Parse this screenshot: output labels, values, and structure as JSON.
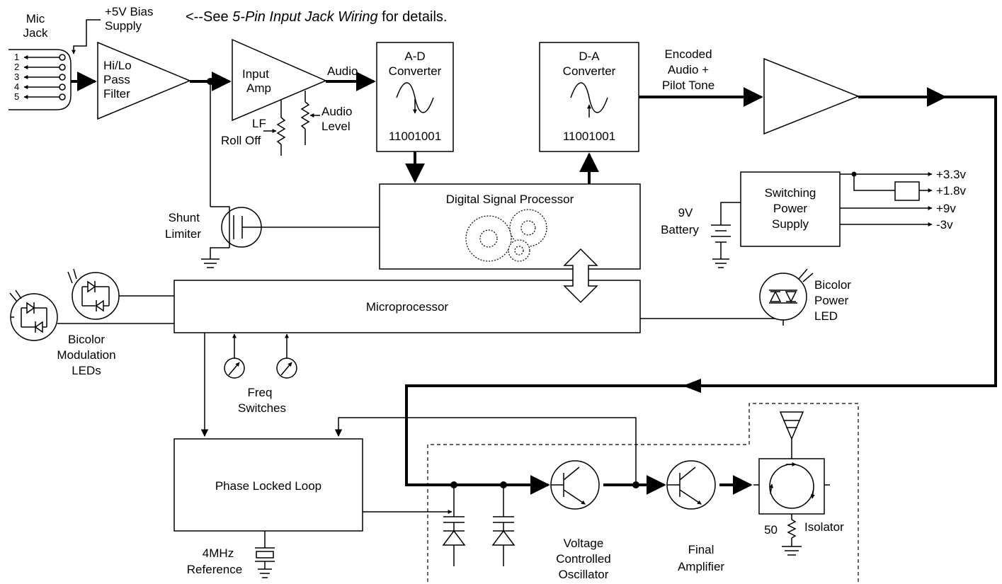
{
  "header_note": {
    "prefix": "<--See ",
    "italic": "5-Pin Input Jack Wiring",
    "suffix": " for details."
  },
  "mic_jack": {
    "label_line1": "Mic",
    "label_line2": "Jack",
    "pins": [
      "1",
      "2",
      "3",
      "4",
      "5"
    ]
  },
  "bias_supply": {
    "line1": "+5V Bias",
    "line2": "Supply"
  },
  "filter": {
    "line1": "Hi/Lo",
    "line2": "Pass",
    "line3": "Filter"
  },
  "input_amp": {
    "line1": "Input",
    "line2": "Amp"
  },
  "audio_signal": "Audio",
  "lf_rolloff": {
    "line1": "LF",
    "line2": "Roll Off"
  },
  "audio_level": {
    "line1": "Audio",
    "line2": "Level"
  },
  "adc": {
    "line1": "A-D",
    "line2": "Converter",
    "code": "11001001"
  },
  "dac": {
    "line1": "D-A",
    "line2": "Converter",
    "code": "11001001"
  },
  "encoded_audio": {
    "line1": "Encoded",
    "line2": "Audio +",
    "line3": "Pilot Tone"
  },
  "dsp": {
    "label": "Digital Signal Processor"
  },
  "shunt_limiter": {
    "line1": "Shunt",
    "line2": "Limiter"
  },
  "power_supply": {
    "line1": "Switching",
    "line2": "Power",
    "line3": "Supply"
  },
  "battery": {
    "line1": "9V",
    "line2": "Battery"
  },
  "rails": [
    "+3.3v",
    "+1.8v",
    "+9v",
    "-3v"
  ],
  "microprocessor": {
    "label": "Microprocessor"
  },
  "mod_leds": {
    "line1": "Bicolor",
    "line2": "Modulation",
    "line3": "LEDs"
  },
  "power_led": {
    "line1": "Bicolor",
    "line2": "Power",
    "line3": "LED"
  },
  "freq_switches": {
    "line1": "Freq",
    "line2": "Switches"
  },
  "pll": {
    "label": "Phase Locked Loop"
  },
  "reference": {
    "line1": "4MHz",
    "line2": "Reference"
  },
  "vco": {
    "line1": "Voltage",
    "line2": "Controlled",
    "line3": "Oscillator"
  },
  "final_amp": {
    "line1": "Final",
    "line2": "Amplifier"
  },
  "isolator": {
    "label": "Isolator",
    "load": "50"
  }
}
